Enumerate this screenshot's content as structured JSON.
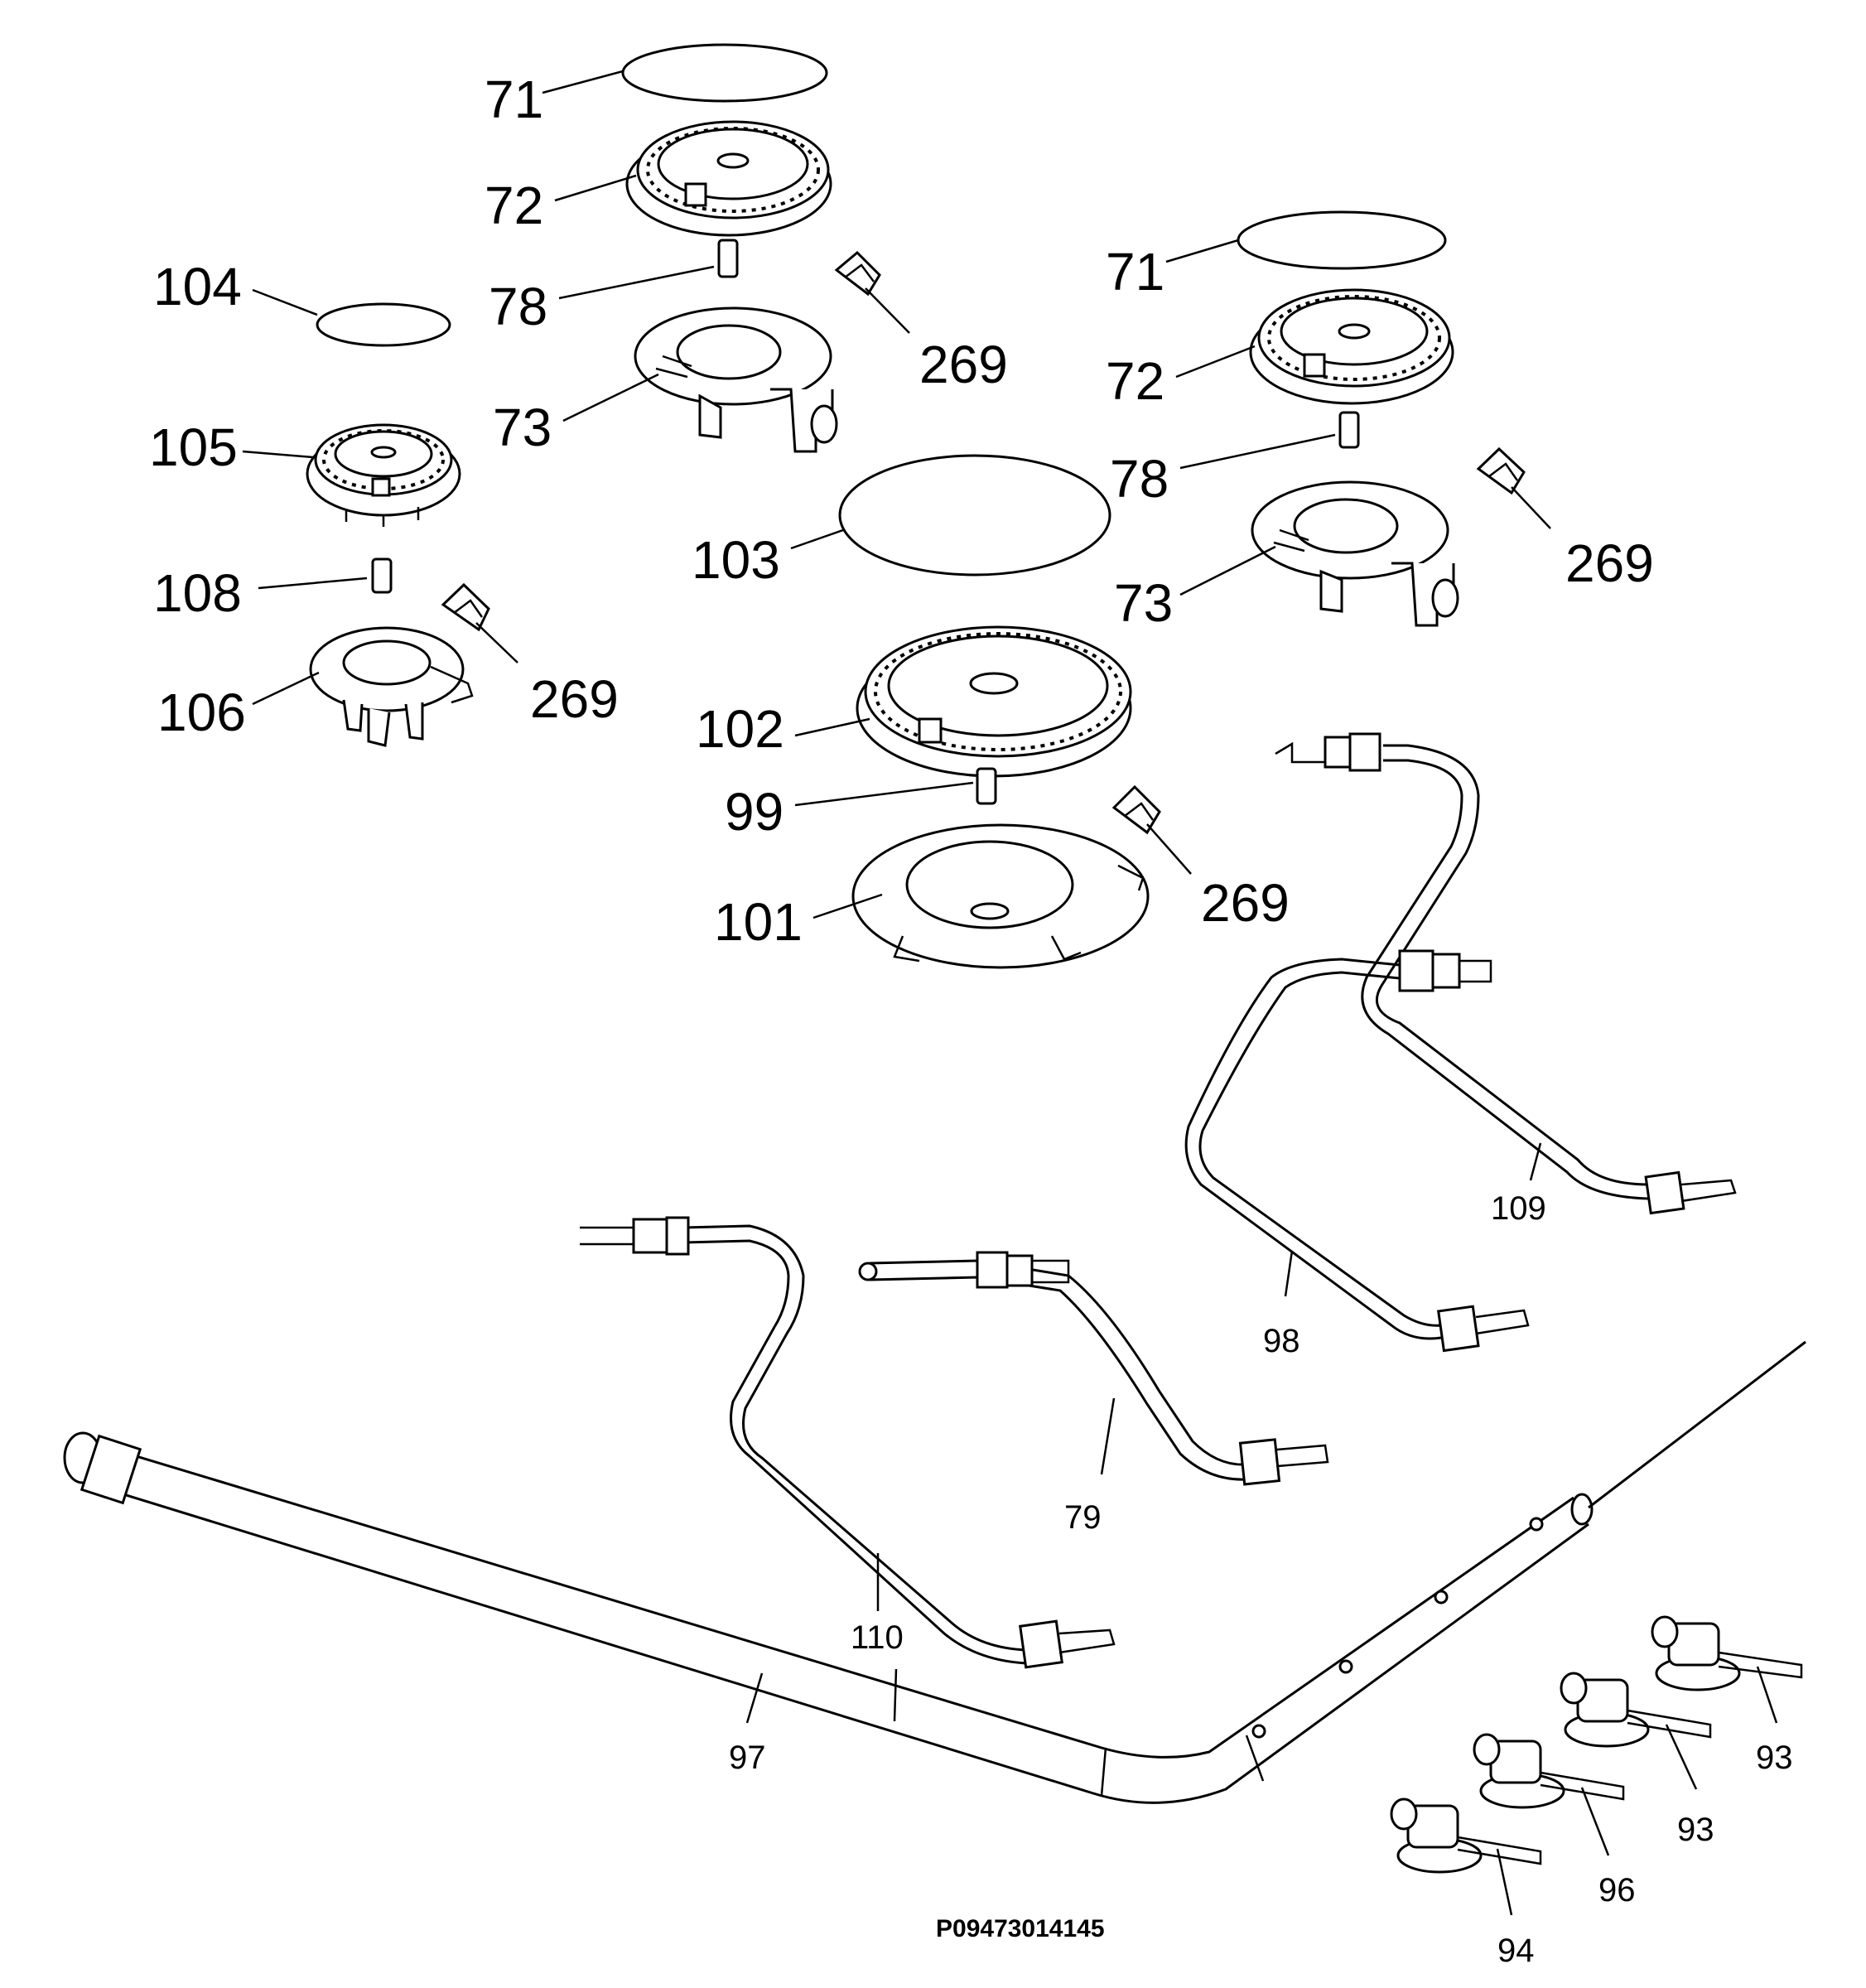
{
  "labels": {
    "l71a": "71",
    "l72a": "72",
    "l78a": "78",
    "l73a": "73",
    "l104": "104",
    "l105": "105",
    "l108": "108",
    "l106": "106",
    "l269a": "269",
    "l269b": "269",
    "l269c": "269",
    "l269d": "269",
    "l71b": "71",
    "l72b": "72",
    "l78b": "78",
    "l73b": "73",
    "l103": "103",
    "l102": "102",
    "l99": "99",
    "l101": "101",
    "l109": "109",
    "l98": "98",
    "l79": "79",
    "l110": "110",
    "l97": "97",
    "l93a": "93",
    "l93b": "93",
    "l96": "96",
    "l94": "94"
  },
  "drawing_code": "P09473014145"
}
